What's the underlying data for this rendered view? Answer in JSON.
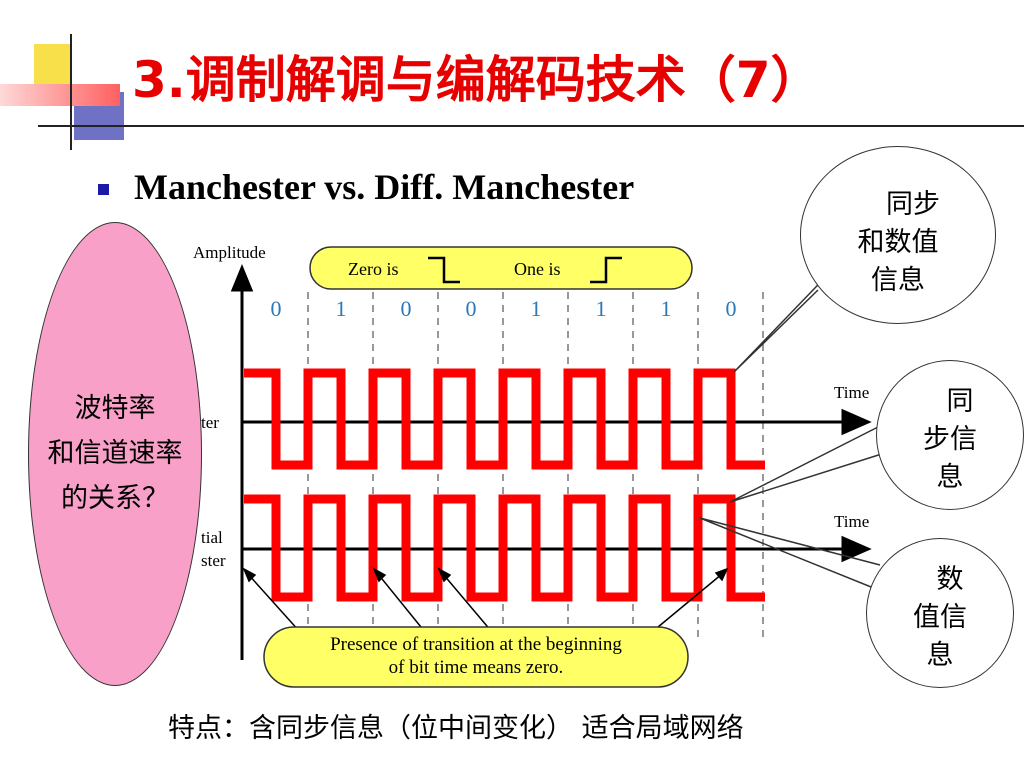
{
  "title": "3.调制解调与编解码技术（7）",
  "bullet": "Manchester vs. Diff. Manchester",
  "diagram": {
    "amplitude_label": "Amplitude",
    "time_label_top": "Time",
    "time_label_bottom": "Time",
    "legend_zero": "Zero is",
    "legend_one": "One is",
    "bits": [
      "0",
      "1",
      "0",
      "0",
      "1",
      "1",
      "1",
      "0"
    ],
    "row_label_top": "ter",
    "row_label_bottom_1": "tial",
    "row_label_bottom_2": "ster",
    "note_line1": "Presence of transition at the beginning",
    "note_line2": "of bit time means zero.",
    "signal_color": "#ff0000",
    "callout_fill": "#ffff66"
  },
  "pink_bubble": {
    "lines": [
      "波特率",
      "和信道速率",
      "的关系？"
    ],
    "color": "#f8a0c8"
  },
  "bubble_sync_value": {
    "lines": [
      "同步",
      "和数值",
      "信息"
    ]
  },
  "bubble_sync": {
    "lines": [
      "同",
      "步信",
      "息"
    ]
  },
  "bubble_value": {
    "lines": [
      "数",
      "值信",
      "息"
    ]
  },
  "footer": "特点：含同步信息（位中间变化） 适合局域网络"
}
